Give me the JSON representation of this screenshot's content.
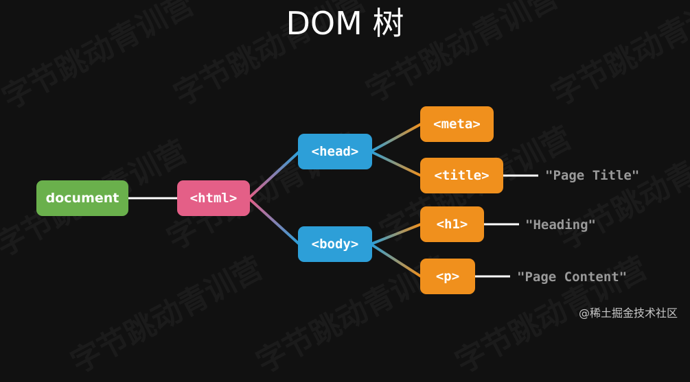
{
  "title": "DOM 树",
  "watermark": "字节跳动青训营",
  "credit": "@稀土掘金技术社区",
  "colors": {
    "background": "#111111",
    "document": "#6ab04c",
    "html": "#e45f87",
    "branch": "#2d9fd8",
    "leaf": "#f0901d",
    "text_value": "#9a9a9a"
  },
  "nodes": {
    "document": "document",
    "html": "<html>",
    "head": "<head>",
    "body": "<body>",
    "meta": "<meta>",
    "title": "<title>",
    "h1": "<h1>",
    "p": "<p>"
  },
  "texts": {
    "title": "\"Page Title\"",
    "h1": "\"Heading\"",
    "p": "\"Page Content\""
  }
}
